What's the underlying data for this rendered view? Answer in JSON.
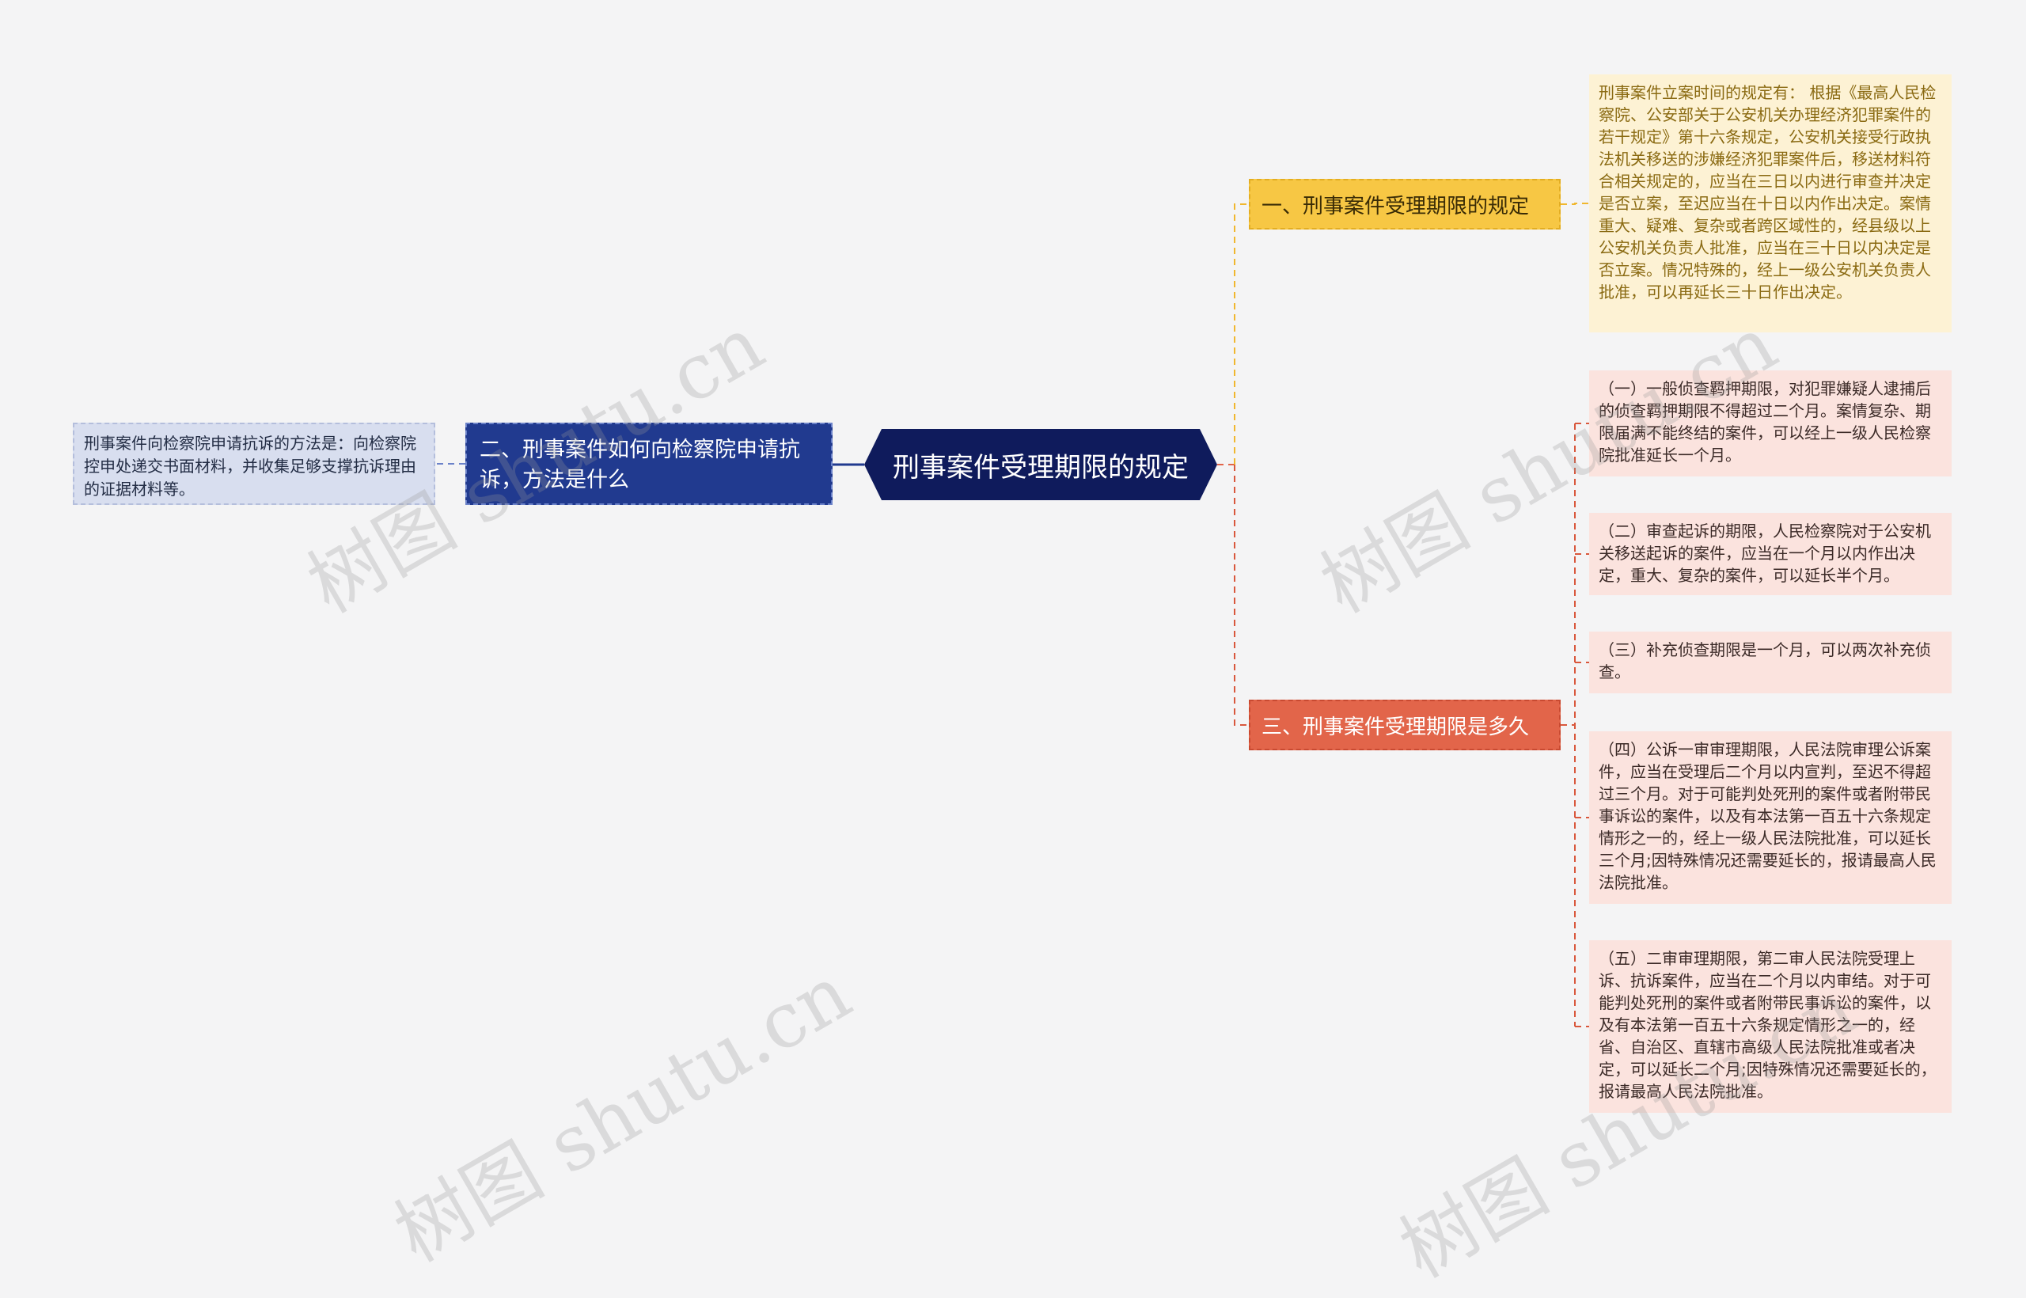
{
  "root": {
    "label": "刑事案件受理期限的规定"
  },
  "left_branch": {
    "label": "二、刑事案件如何向检察院申请抗诉，方法是什么",
    "leaf": "刑事案件向检察院申请抗诉的方法是：向检察院控申处递交书面材料，并收集足够支撑抗诉理由的证据材料等。"
  },
  "branch_1": {
    "label": "一、刑事案件受理期限的规定",
    "leaf": "刑事案件立案时间的规定有：  根据《最高人民检察院、公安部关于公安机关办理经济犯罪案件的若干规定》第十六条规定，公安机关接受行政执法机关移送的涉嫌经济犯罪案件后，移送材料符合相关规定的，应当在三日以内进行审查并决定是否立案，至迟应当在十日以内作出决定。案情重大、疑难、复杂或者跨区域性的，经县级以上公安机关负责人批准，应当在三十日以内决定是否立案。情况特殊的，经上一级公安机关负责人批准，可以再延长三十日作出决定。"
  },
  "branch_3": {
    "label": "三、刑事案件受理期限是多久",
    "leaves": [
      "（一）一般侦查羁押期限，对犯罪嫌疑人逮捕后的侦查羁押期限不得超过二个月。案情复杂、期限届满不能终结的案件，可以经上一级人民检察院批准延长一个月。",
      "（二）审查起诉的期限，人民检察院对于公安机关移送起诉的案件，应当在一个月以内作出决定，重大、复杂的案件，可以延长半个月。",
      "（三）补充侦查期限是一个月，可以两次补充侦查。",
      "（四）公诉一审审理期限，人民法院审理公诉案件，应当在受理后二个月以内宣判，至迟不得超过三个月。对于可能判处死刑的案件或者附带民事诉讼的案件，以及有本法第一百五十六条规定情形之一的，经上一级人民法院批准，可以延长三个月;因特殊情况还需要延长的，报请最高人民法院批准。",
      "（五）二审审理期限，第二审人民法院受理上诉、抗诉案件，应当在二个月以内审结。对于可能判处死刑的案件或者附带民事诉讼的案件，以及有本法第一百五十六条规定情形之一的，经省、自治区、直辖市高级人民法院批准或者决定，可以延长二个月;因特殊情况还需要延长的，报请最高人民法院批准。"
    ]
  },
  "watermark": "树图 shutu.cn",
  "colors": {
    "root": "#0f1b5c",
    "left_branch": "#213a8f",
    "branch_1": "#f7c744",
    "branch_3": "#e2654a",
    "leaf_yellow": "#fdf2d4",
    "leaf_red": "#fbe3de",
    "leaf_blue": "#d8deef"
  }
}
